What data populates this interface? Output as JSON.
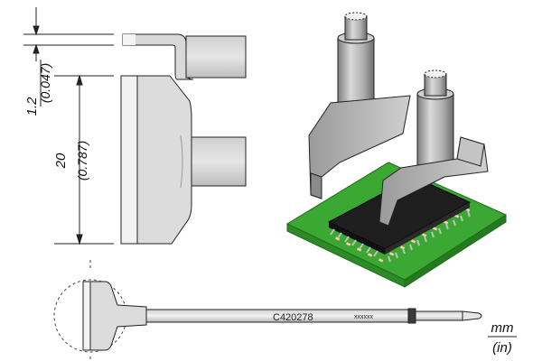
{
  "dimensions": {
    "thickness_mm": "1.2",
    "thickness_in": "(0.047)",
    "width_mm": "20",
    "width_in": "(0.787)"
  },
  "cartridge": {
    "part_number": "C420278",
    "batch_code": "xxxxxx"
  },
  "units": {
    "primary": "mm",
    "secondary": "(in)"
  },
  "colors": {
    "pcb_green": "#3aa833",
    "chip_black": "#1e1e1e",
    "metal_grey": "#a9a9a9"
  }
}
